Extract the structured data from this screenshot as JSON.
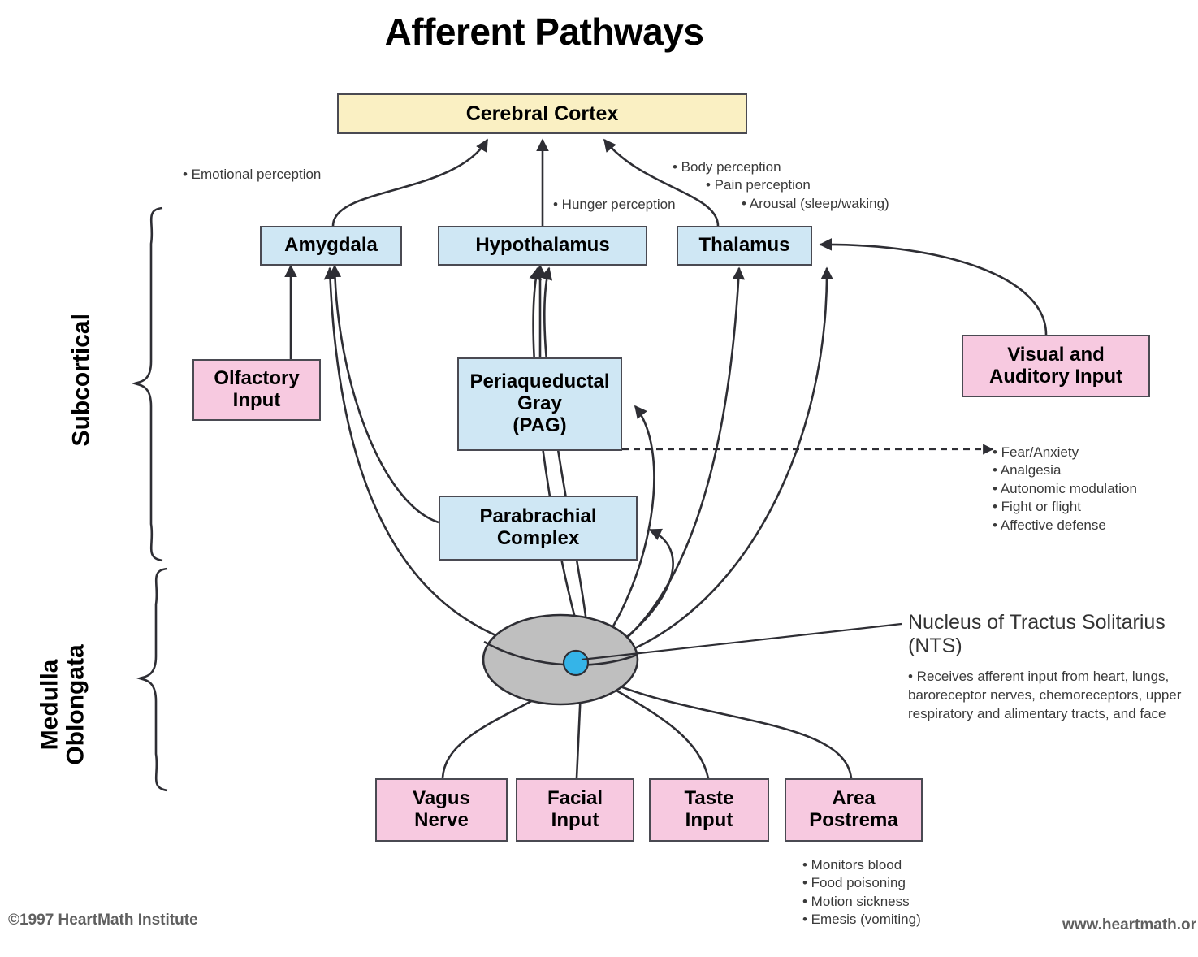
{
  "title": "Afferent Pathways",
  "chart_data": {
    "type": "diagram",
    "title": "Afferent Pathways",
    "nodes": [
      {
        "id": "cortex",
        "label": "Cerebral Cortex",
        "color": "#faf0c3",
        "group": "cortical"
      },
      {
        "id": "amygdala",
        "label": "Amygdala",
        "color": "#cfe7f4",
        "group": "subcortical"
      },
      {
        "id": "hypothalamus",
        "label": "Hypothalamus",
        "color": "#cfe7f4",
        "group": "subcortical"
      },
      {
        "id": "thalamus",
        "label": "Thalamus",
        "color": "#cfe7f4",
        "group": "subcortical"
      },
      {
        "id": "olfactory",
        "label": "Olfactory Input",
        "color": "#f7c9e0",
        "group": "subcortical"
      },
      {
        "id": "pag",
        "label": "Periaqueductal Gray (PAG)",
        "color": "#cfe7f4",
        "group": "subcortical"
      },
      {
        "id": "visual_auditory",
        "label": "Visual and Auditory Input",
        "color": "#f7c9e0",
        "group": "subcortical"
      },
      {
        "id": "parabrachial",
        "label": "Parabrachial Complex",
        "color": "#cfe7f4",
        "group": "subcortical"
      },
      {
        "id": "nts",
        "label": "Nucleus of Tractus Solitarius (NTS)",
        "color": "#bfbfbf",
        "group": "medulla"
      },
      {
        "id": "vagus",
        "label": "Vagus Nerve",
        "color": "#f7c9e0",
        "group": "medulla"
      },
      {
        "id": "facial",
        "label": "Facial Input",
        "color": "#f7c9e0",
        "group": "medulla"
      },
      {
        "id": "taste",
        "label": "Taste Input",
        "color": "#f7c9e0",
        "group": "medulla"
      },
      {
        "id": "area_postrema",
        "label": "Area Postrema",
        "color": "#f7c9e0",
        "group": "medulla"
      }
    ],
    "edges": [
      {
        "from": "amygdala",
        "to": "cortex"
      },
      {
        "from": "hypothalamus",
        "to": "cortex"
      },
      {
        "from": "thalamus",
        "to": "cortex"
      },
      {
        "from": "olfactory",
        "to": "amygdala"
      },
      {
        "from": "nts",
        "to": "amygdala"
      },
      {
        "from": "pag",
        "to": "hypothalamus"
      },
      {
        "from": "nts",
        "to": "hypothalamus"
      },
      {
        "from": "nts",
        "to": "thalamus"
      },
      {
        "from": "visual_auditory",
        "to": "thalamus"
      },
      {
        "from": "nts",
        "to": "pag"
      },
      {
        "from": "nts",
        "to": "parabrachial"
      },
      {
        "from": "parabrachial",
        "to": "amygdala"
      },
      {
        "from": "vagus",
        "to": "nts"
      },
      {
        "from": "facial",
        "to": "nts"
      },
      {
        "from": "taste",
        "to": "nts"
      },
      {
        "from": "area_postrema",
        "to": "nts"
      }
    ]
  },
  "boxes": {
    "cortex": "Cerebral Cortex",
    "amygdala": "Amygdala",
    "hypothalamus": "Hypothalamus",
    "thalamus": "Thalamus",
    "olfactory_line1": "Olfactory",
    "olfactory_line2": "Input",
    "pag_line1": "Periaqueductal",
    "pag_line2": "Gray",
    "pag_line3": "(PAG)",
    "visual_line1": "Visual and",
    "visual_line2": "Auditory Input",
    "parabrachial_line1": "Parabrachial",
    "parabrachial_line2": "Complex",
    "vagus_line1": "Vagus",
    "vagus_line2": "Nerve",
    "facial_line1": "Facial",
    "facial_line2": "Input",
    "taste_line1": "Taste",
    "taste_line2": "Input",
    "area_postrema_line1": "Area",
    "area_postrema_line2": "Postrema"
  },
  "annotations": {
    "emotional_perception": "• Emotional perception",
    "hunger_perception": "• Hunger perception",
    "body_perception": "• Body perception",
    "pain_perception": "• Pain perception",
    "arousal": "• Arousal (sleep/waking)",
    "pag_effects": [
      "• Fear/Anxiety",
      "• Analgesia",
      "• Autonomic modulation",
      "• Fight or flight",
      "• Affective defense"
    ],
    "area_postrema_effects": [
      "• Monitors blood",
      "• Food poisoning",
      "• Motion sickness",
      "• Emesis (vomiting)"
    ]
  },
  "nts": {
    "title_line1": "Nucleus of Tractus Solitarius",
    "title_line2": "(NTS)",
    "body": "• Receives afferent input from heart, lungs, baroreceptor nerves, chemoreceptors, upper respiratory and alimentary tracts, and face"
  },
  "regions": {
    "subcortical": "Subcortical",
    "medulla_line1": "Medulla",
    "medulla_line2": "Oblongata"
  },
  "footer": {
    "copyright": "©1997 HeartMath Institute",
    "website": "www.heartmath.or"
  },
  "colors": {
    "cortex_fill": "#faf0c3",
    "blue_fill": "#cfe7f4",
    "pink_fill": "#f7c9e0",
    "stroke": "#4a4a52",
    "nts_oval": "#bfbfbf",
    "nts_node": "#35b4e8"
  }
}
